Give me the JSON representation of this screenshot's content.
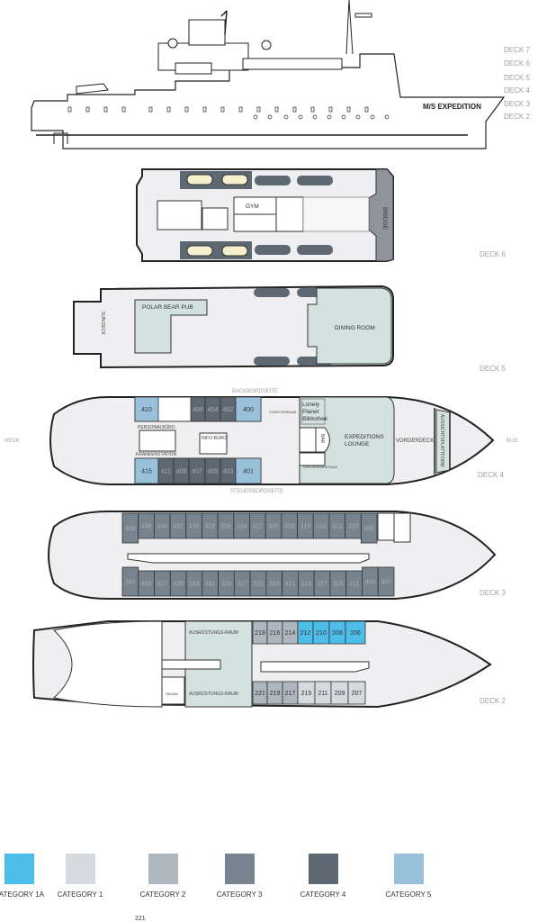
{
  "colors": {
    "category_1a": "#4dbde9",
    "category_1": "#d5dade",
    "category_2": "#aeb6bf",
    "category_3": "#77838e",
    "category_4": "#5e6872",
    "category_5": "#99c1db",
    "public_area": "#d3e1df"
  },
  "profile": {
    "ship_name": "M/S EXPEDITION",
    "deck_labels": [
      "DECK 7",
      "DECK 6",
      "DECK 5",
      "DECK 4",
      "DECK 3",
      "DECK 2"
    ]
  },
  "deck6": {
    "label": "DECK 6",
    "rooms": {
      "gym": "GYM",
      "bridge": "BRIDGE"
    }
  },
  "deck5": {
    "label": "DECK 5",
    "rooms": {
      "sun_deck": "SUN DECK",
      "pub": "POLAR BEAR PUB",
      "dining": "DINING ROOM"
    }
  },
  "deck4": {
    "label": "DECK 4",
    "port": "BACKBORDSEITE",
    "starboard": "STEUERBORDSEITE",
    "stern": "HECK",
    "bow": "BUG",
    "rooms": {
      "personal": "PERSONALBÜRO",
      "info": "INFO-BÜRO",
      "krankenstation": "KRANKENSTATION",
      "computer": "COMPUTERRAUM",
      "library_1": "Lonely",
      "library_2": "Planet",
      "library_3": "Bibliothek",
      "bar": "BAR",
      "lounge_1": "EXPEDITIONS",
      "lounge_2": "LOUNGE",
      "vorderdeck": "VORDERDECK",
      "platform": "AUSSICHTSPLATTFORM",
      "shop": "GESCHENKBOUTIQUE"
    },
    "cabins_top": [
      {
        "no": "410",
        "cat": "category_5"
      },
      {
        "no": "406",
        "cat": "category_4"
      },
      {
        "no": "404",
        "cat": "category_4"
      },
      {
        "no": "402",
        "cat": "category_4"
      },
      {
        "no": "400",
        "cat": "category_5"
      }
    ],
    "cabins_bottom": [
      {
        "no": "415",
        "cat": "category_5"
      },
      {
        "no": "411",
        "cat": "category_4"
      },
      {
        "no": "409",
        "cat": "category_4"
      },
      {
        "no": "407",
        "cat": "category_4"
      },
      {
        "no": "405",
        "cat": "category_4"
      },
      {
        "no": "403",
        "cat": "category_4"
      },
      {
        "no": "401",
        "cat": "category_5"
      }
    ]
  },
  "deck3": {
    "label": "DECK 3",
    "cabins_top": [
      "338",
      "336",
      "334",
      "332",
      "330",
      "328",
      "326",
      "324",
      "322",
      "320",
      "318",
      "316",
      "314",
      "312",
      "310",
      "306"
    ],
    "cabins_bottom": [
      "341",
      "339",
      "337",
      "335",
      "333",
      "331",
      "329",
      "327",
      "325",
      "323",
      "321",
      "319",
      "317",
      "315",
      "311",
      "309",
      "307"
    ],
    "cat": "category_3"
  },
  "deck2": {
    "label": "DECK 2",
    "rooms": {
      "equip_top": "AUSRÜSTUNGS-RAUM",
      "equip_bottom": "AUSRÜSTUNGS-RAUM",
      "sauna": "SAUNA"
    },
    "cabins_top": [
      {
        "no": "218",
        "cat": "category_2"
      },
      {
        "no": "216",
        "cat": "category_2"
      },
      {
        "no": "214",
        "cat": "category_2"
      },
      {
        "no": "212",
        "cat": "category_1a"
      },
      {
        "no": "210",
        "cat": "category_1a"
      },
      {
        "no": "208",
        "cat": "category_1a"
      },
      {
        "no": "206",
        "cat": "category_1a"
      }
    ],
    "cabins_bottom": [
      {
        "no": "221",
        "cat": "category_2"
      },
      {
        "no": "219",
        "cat": "category_2"
      },
      {
        "no": "217",
        "cat": "category_2"
      },
      {
        "no": "215",
        "cat": "category_1"
      },
      {
        "no": "211",
        "cat": "category_1"
      },
      {
        "no": "209",
        "cat": "category_1"
      },
      {
        "no": "207",
        "cat": "category_1"
      }
    ]
  },
  "legend": [
    {
      "label": "CATEGORY 1A",
      "cat": "category_1a"
    },
    {
      "label": "CATEGORY 1",
      "cat": "category_1"
    },
    {
      "label": "CATEGORY 2",
      "cat": "category_2"
    },
    {
      "label": "CATEGORY 3",
      "cat": "category_3"
    },
    {
      "label": "CATEGORY 4",
      "cat": "category_4"
    },
    {
      "label": "CATEGORY 5",
      "cat": "category_5"
    }
  ],
  "footer_number": "221"
}
